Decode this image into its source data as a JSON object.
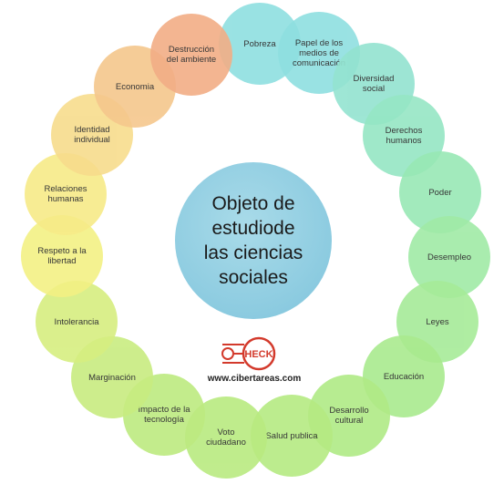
{
  "center": {
    "text": "Objeto de\nestudiode\nlas ciencias\nsociales"
  },
  "logo": {
    "mark": "HECK",
    "url": "www.cibertareas.com"
  },
  "items": [
    {
      "label": "Pobreza",
      "color": "#8fdfe0"
    },
    {
      "label": "Papel de los\nmedios de\ncomunicación",
      "color": "#8fdfe0"
    },
    {
      "label": "Diversidad\nsocial",
      "color": "#93e3d0"
    },
    {
      "label": "Derechos\nhumanos",
      "color": "#95e6c4"
    },
    {
      "label": "Poder",
      "color": "#98e8b5"
    },
    {
      "label": "Desempleo",
      "color": "#a0eaa6"
    },
    {
      "label": "Leyes",
      "color": "#a6eb98"
    },
    {
      "label": "Educación",
      "color": "#a9ea8e"
    },
    {
      "label": "Desarrollo\ncultural",
      "color": "#b0ea86"
    },
    {
      "label": "Salud publica",
      "color": "#b5ea82"
    },
    {
      "label": "Voto\nciudadano",
      "color": "#b9ea80"
    },
    {
      "label": "Impacto de la\ntecnología",
      "color": "#bdea80"
    },
    {
      "label": "Marginación",
      "color": "#c8ec80"
    },
    {
      "label": "Intolerancia",
      "color": "#d6ee80"
    },
    {
      "label": "Respeto a la\nlibertad",
      "color": "#f3f184"
    },
    {
      "label": "Relaciones\nhumanas",
      "color": "#f7eb88"
    },
    {
      "label": "Identidad\nindividual",
      "color": "#f7dc8c"
    },
    {
      "label": "Economia",
      "color": "#f5c78c"
    },
    {
      "label": "Destrucción\ndel ambiente",
      "color": "#f2ae86"
    }
  ]
}
